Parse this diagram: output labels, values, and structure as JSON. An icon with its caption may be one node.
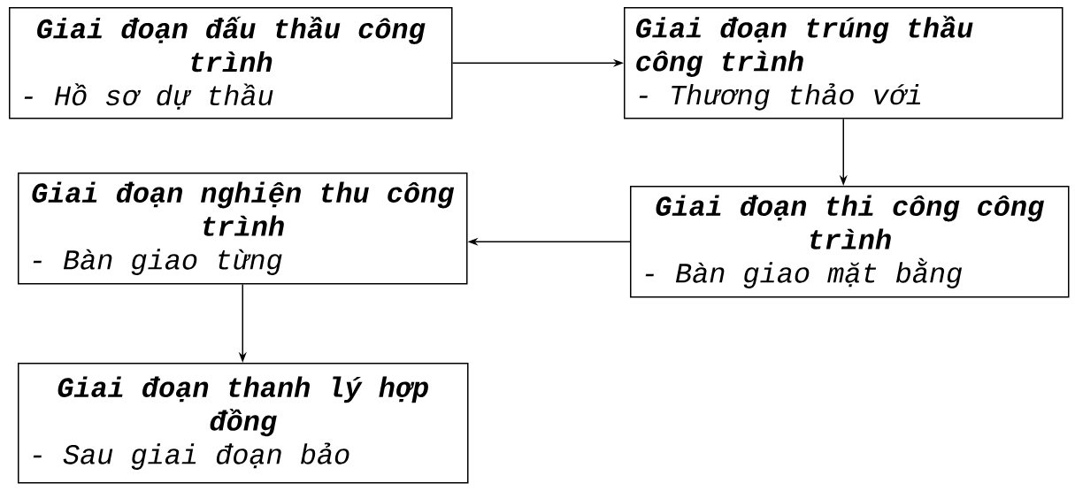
{
  "diagram": {
    "nodes": [
      {
        "text": [
          "Giai đoạn đấu thầu công trình",
          "- Hồ sơ dự thầu"
        ]
      },
      {
        "text": [
          "Giai đoạn trúng thầu công trình",
          "- Thương thảo với"
        ]
      },
      {
        "text": [
          "Giai đoạn nghiện thu công trình",
          "-  Bàn giao từng"
        ]
      },
      {
        "text": [
          "Giai đoạn thi công công trình",
          "- Bàn giao mặt bằng"
        ]
      },
      {
        "text": [
          "Giai đoạn thanh lý hợp đồng",
          "- Sau giai đoạn bảo"
        ]
      }
    ],
    "edges": [
      {
        "from": 0,
        "to": 1,
        "arrow": "to"
      },
      {
        "from": 1,
        "to": 3,
        "arrow": "to"
      },
      {
        "from": 3,
        "to": 2,
        "arrow": "to"
      },
      {
        "from": 2,
        "to": 4,
        "arrow": "to"
      }
    ]
  }
}
